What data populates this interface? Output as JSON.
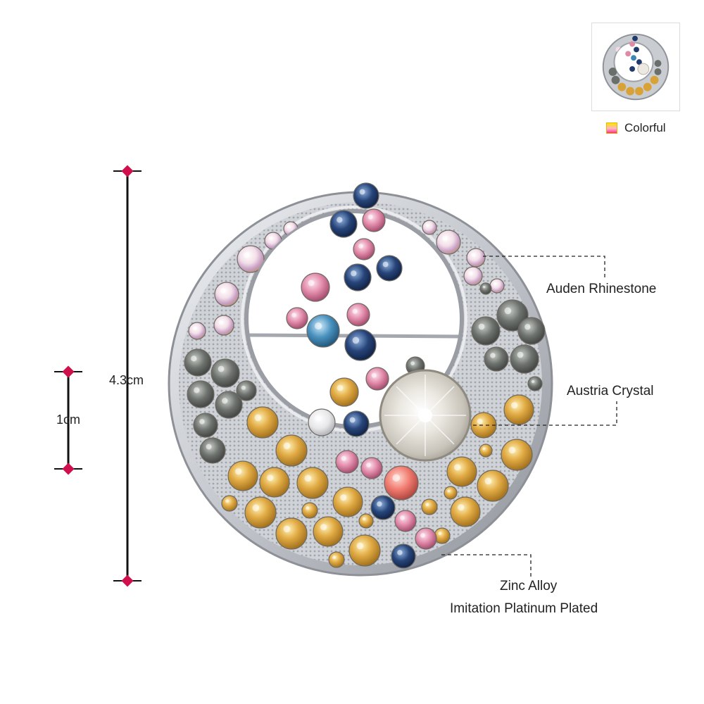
{
  "dimensions": {
    "height_label": "4.3cm",
    "scale_label": "1cm"
  },
  "callouts": {
    "rhinestone": "Auden Rhinestone",
    "crystal": "Austria Crystal",
    "alloy_line1": "Zinc Alloy",
    "alloy_line2": "Imitation Platinum Plated"
  },
  "color_option": {
    "label": "Colorful"
  },
  "colors": {
    "pin": "#d0104c",
    "silver": "#c9ccd1",
    "topaz": "#d9a236",
    "smoke": "#6b6f6c",
    "sapphire": "#1f3a6b",
    "pink": "#e08aa8",
    "aqua": "#3e87b3",
    "padparadscha": "#f07a72"
  }
}
